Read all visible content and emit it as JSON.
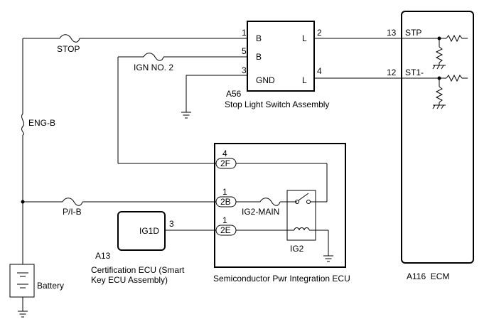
{
  "fuses": {
    "stop": "STOP",
    "ign_no2": "IGN NO. 2",
    "eng_b": "ENG-B",
    "pib": "P/I-B",
    "ig2_main": "IG2-MAIN"
  },
  "battery": {
    "label": "Battery"
  },
  "stop_light_switch": {
    "code": "A56",
    "name": "Stop Light Switch Assembly",
    "pins": [
      {
        "num": "1",
        "term": "B"
      },
      {
        "num": "5",
        "term": "B"
      },
      {
        "num": "3",
        "term": "GND"
      },
      {
        "num": "2",
        "term": "L"
      },
      {
        "num": "4",
        "term": "L"
      }
    ]
  },
  "ecm": {
    "label": "A116  ECM",
    "pins": [
      {
        "num": "13",
        "name": "STP"
      },
      {
        "num": "12",
        "name": "ST1-"
      }
    ]
  },
  "semiconductor_ecu": {
    "name": "Semiconductor Pwr Integration ECU",
    "relay": "IG2",
    "connectors": [
      {
        "pin": "4",
        "tag": "2F"
      },
      {
        "pin": "1",
        "tag": "2B"
      },
      {
        "pin": "1",
        "tag": "2E"
      }
    ]
  },
  "certification_ecu": {
    "code": "A13",
    "name_line1": "Certification ECU (Smart",
    "name_line2": "Key ECU Assembly)",
    "terminal": "IG1D",
    "pin": "3"
  }
}
